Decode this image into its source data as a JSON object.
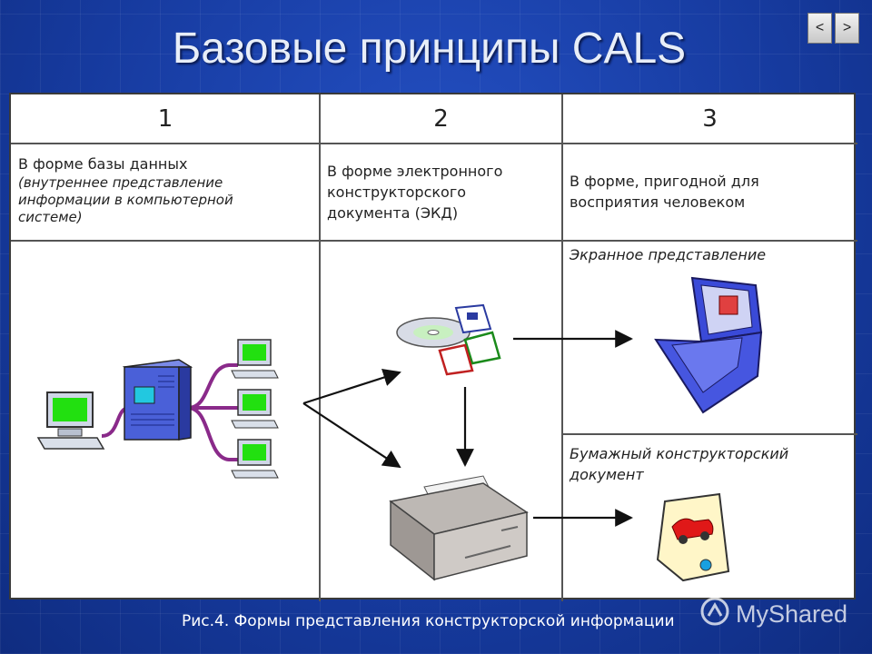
{
  "title": "Базовые принципы CALS",
  "nav": {
    "prev_label": "<",
    "next_label": ">"
  },
  "table": {
    "columns": [
      "1",
      "2",
      "3"
    ],
    "col1": {
      "heading": "В форме базы данных",
      "note_line1": "(внутреннее представление",
      "note_line2": "информации в компьютерной",
      "note_line3": "системе)"
    },
    "col2": {
      "line1": "В форме электронного",
      "line2": "конструкторского",
      "line3": "документа (ЭКД)"
    },
    "col3": {
      "line1": "В форме, пригодной для",
      "line2": "восприятия человеком",
      "screen_label": "Экранное представление",
      "paper_line1": "Бумажный конструкторский",
      "paper_line2": "документ"
    }
  },
  "caption": "Рис.4. Формы представления конструкторской информации",
  "watermark": "MyShared",
  "icons": [
    "computer-icon",
    "server-icon",
    "disc-icon",
    "floppy-icon",
    "printer-icon",
    "laptop-icon",
    "drawing-document-icon"
  ],
  "colors": {
    "background": "#1a3fa8",
    "panel": "#ffffff",
    "monitor_screen": "#22e010",
    "server": "#4a60d8",
    "cable": "#8a2a8a"
  }
}
